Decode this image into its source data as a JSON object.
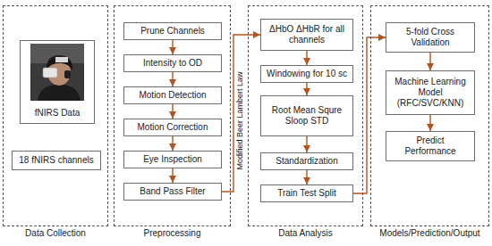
{
  "diagram": {
    "nodes": [
      {
        "text": [
          "Data Collection"
        ]
      },
      {
        "text": [
          "fNIRS Data"
        ],
        "in": 0
      },
      {
        "text": [
          "18 fNIRS channels"
        ],
        "in": 0
      },
      {
        "text": [
          "Preprocessing"
        ]
      },
      {
        "text": [
          "Prune Channels"
        ],
        "in": 3
      },
      {
        "text": [
          "Intensity to OD"
        ],
        "in": 3
      },
      {
        "text": [
          "Motion Detection"
        ],
        "in": 3
      },
      {
        "text": [
          "Motion Correction"
        ],
        "in": 3
      },
      {
        "text": [
          "Eye Inspection"
        ],
        "in": 3
      },
      {
        "text": [
          "Band Pass Filter"
        ],
        "in": 3
      },
      {
        "text": [
          "Data Analysis"
        ]
      },
      {
        "text": [
          "ΔHbO ΔHbR for all channels"
        ],
        "in": 10
      },
      {
        "text": [
          "Windowing for 10 sc"
        ],
        "in": 10
      },
      {
        "text": [
          "Root Mean Squre Sloop STD"
        ],
        "in": 10
      },
      {
        "text": [
          "Standardization"
        ],
        "in": 10
      },
      {
        "text": [
          "Train Test Split"
        ],
        "in": 10
      },
      {
        "text": [
          "Models/Prediction/Output"
        ]
      },
      {
        "text": [
          "5-fold Cross Validation"
        ],
        "in": 16
      },
      {
        "text": [
          "Machine Learning Model (RFC/SVC/KNN)"
        ],
        "in": 16
      },
      {
        "text": [
          "Predict Performance"
        ],
        "in": 16
      }
    ],
    "edges": [
      {
        "from": 4,
        "to": 5,
        "arrow": "to"
      },
      {
        "from": 5,
        "to": 6,
        "arrow": "to"
      },
      {
        "from": 6,
        "to": 7,
        "arrow": "to"
      },
      {
        "from": 7,
        "to": 8,
        "arrow": "to"
      },
      {
        "from": 8,
        "to": 9,
        "arrow": "to"
      },
      {
        "from": 9,
        "to": 11,
        "label": "Modified Beer Lambert Law",
        "arrow": "to"
      },
      {
        "from": 11,
        "to": 12,
        "arrow": "to"
      },
      {
        "from": 12,
        "to": 13,
        "arrow": "to"
      },
      {
        "from": 13,
        "to": 14,
        "arrow": "to"
      },
      {
        "from": 14,
        "to": 15,
        "arrow": "to"
      },
      {
        "from": 15,
        "to": 17,
        "arrow": "to"
      },
      {
        "from": 17,
        "to": 18,
        "arrow": "to"
      },
      {
        "from": 18,
        "to": 19,
        "arrow": "to"
      }
    ]
  }
}
